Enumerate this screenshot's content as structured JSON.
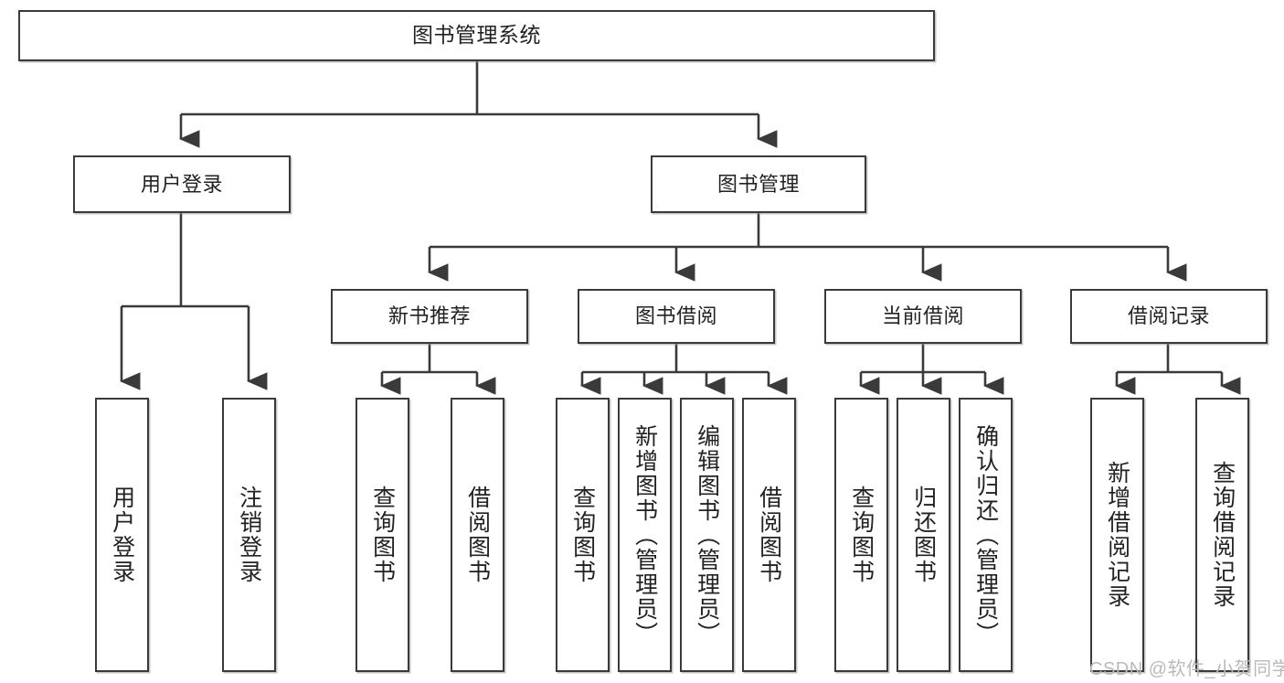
{
  "diagram": {
    "title": "图书管理系统",
    "type": "tree-structure-chart",
    "watermark": "CSDN @软件_小贺同学",
    "colors": {
      "box_border": "#3a3a3a",
      "box_fill": "#ffffff",
      "connector": "#3a3a3a",
      "text": "#222222",
      "watermark": "#b9b9b9",
      "background": "#ffffff"
    },
    "nodes": {
      "root": {
        "label": "图书管理系统"
      },
      "level1": [
        {
          "label": "用户登录"
        },
        {
          "label": "图书管理"
        }
      ],
      "level2": [
        {
          "label": "新书推荐"
        },
        {
          "label": "图书借阅"
        },
        {
          "label": "当前借阅"
        },
        {
          "label": "借阅记录"
        }
      ],
      "leaves": {
        "user_login": [
          {
            "label": "用户登录"
          },
          {
            "label": "注销登录"
          }
        ],
        "new_book_recommend": [
          {
            "label": "查询图书"
          },
          {
            "label": "借阅图书"
          }
        ],
        "book_borrow": [
          {
            "label": "查询图书"
          },
          {
            "label": "新增图书（管理员）"
          },
          {
            "label": "编辑图书（管理员）"
          },
          {
            "label": "借阅图书"
          }
        ],
        "current_borrow": [
          {
            "label": "查询图书"
          },
          {
            "label": "归还图书"
          },
          {
            "label": "确认归还（管理员）"
          }
        ],
        "borrow_record": [
          {
            "label": "新增借阅记录"
          },
          {
            "label": "查询借阅记录"
          }
        ]
      }
    }
  }
}
